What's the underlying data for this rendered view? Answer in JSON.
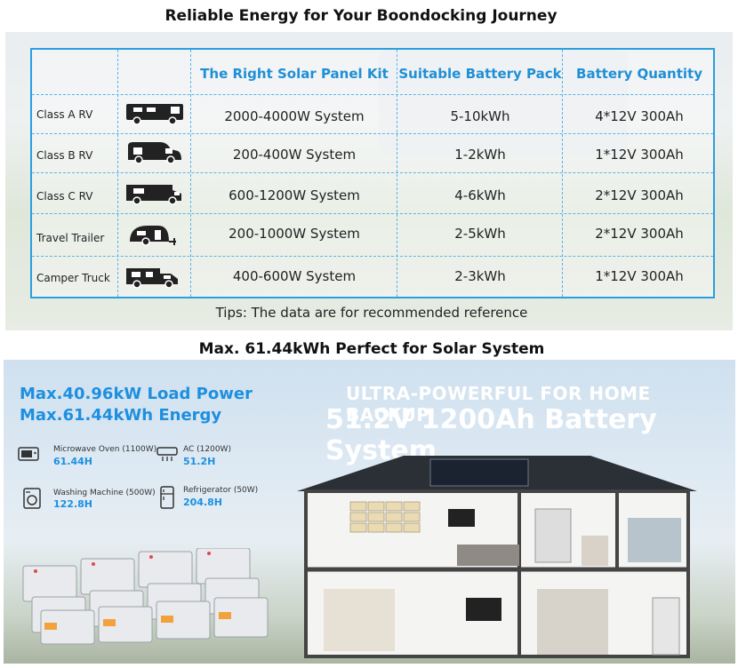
{
  "section1_title": "Reliable Energy for Your Boondocking Journey",
  "table": {
    "headers": [
      "The Right Solar Panel Kit",
      "Suitable Battery Pack",
      "Battery Quantity"
    ],
    "rows": [
      {
        "name": "Class A RV",
        "icon": "class-a-rv-icon",
        "kit": "2000-4000W System",
        "pack": "5-10kWh",
        "qty": "4*12V 300Ah"
      },
      {
        "name": "Class B RV",
        "icon": "class-b-rv-icon",
        "kit": "200-400W System",
        "pack": "1-2kWh",
        "qty": "1*12V 300Ah"
      },
      {
        "name": "Class C RV",
        "icon": "class-c-rv-icon",
        "kit": "600-1200W System",
        "pack": "4-6kWh",
        "qty": "2*12V 300Ah"
      },
      {
        "name": "Travel Trailer",
        "icon": "travel-trailer-icon",
        "kit": "200-1000W System",
        "pack": "2-5kWh",
        "qty": "2*12V 300Ah"
      },
      {
        "name": "Camper Truck",
        "icon": "camper-truck-icon",
        "kit": "400-600W System",
        "pack": "2-3kWh",
        "qty": "1*12V 300Ah"
      }
    ],
    "tips": "Tips: The data are for recommended reference",
    "border_color": "#2a9ee0"
  },
  "section2_title": "Max. 61.44kWh Perfect for Solar System",
  "banner": {
    "load_power": "Max.40.96kW Load Power",
    "energy": "Max.61.44kWh Energy",
    "headline1": "ULTRA-POWERFUL FOR HOME BACKUP",
    "headline2": "51.2V 1200Ah Battery System",
    "appliances": [
      {
        "name": "Microwave Oven (1100W)",
        "value": "61.44H",
        "icon": "microwave-icon"
      },
      {
        "name": "AC (1200W)",
        "value": "51.2H",
        "icon": "ac-icon"
      },
      {
        "name": "Washing Machine (500W)",
        "value": "122.8H",
        "icon": "washing-machine-icon"
      },
      {
        "name": "Refrigerator (50W)",
        "value": "204.8H",
        "icon": "refrigerator-icon"
      }
    ],
    "accent": "#1d8fe0"
  }
}
